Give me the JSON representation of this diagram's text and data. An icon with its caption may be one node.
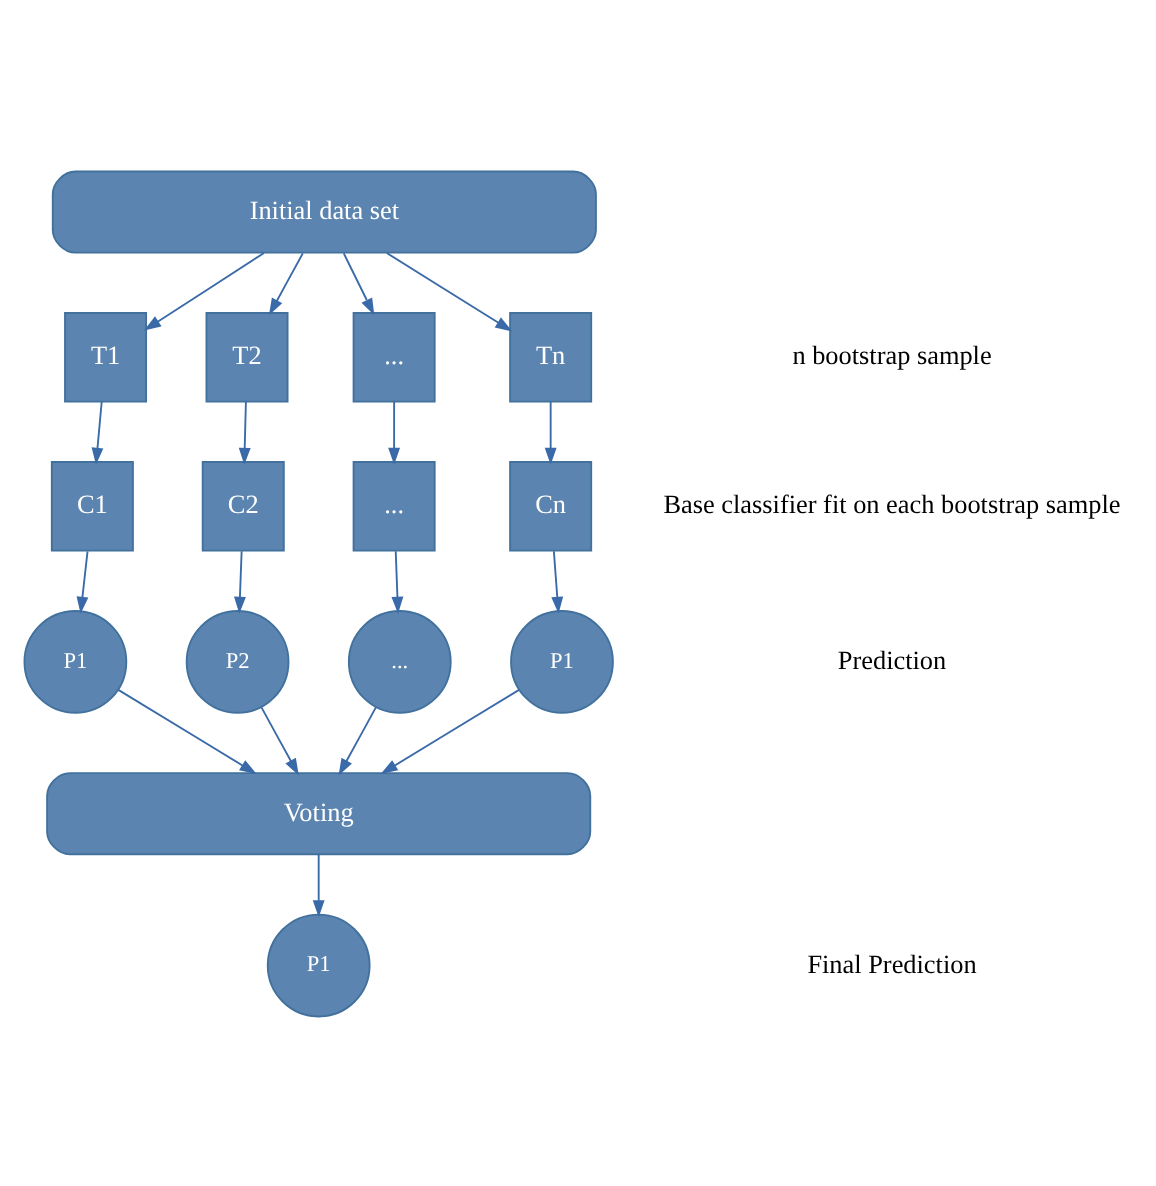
{
  "diagram": {
    "nodes": [
      {
        "text": [
          "Initial data set"
        ]
      },
      {
        "text": [
          "T1"
        ]
      },
      {
        "text": [
          "T2"
        ]
      },
      {
        "text": [
          "..."
        ]
      },
      {
        "text": [
          "Tn"
        ]
      },
      {
        "text": [
          "C1"
        ]
      },
      {
        "text": [
          "C2"
        ]
      },
      {
        "text": [
          "..."
        ]
      },
      {
        "text": [
          "Cn"
        ]
      },
      {
        "text": [
          "P1"
        ]
      },
      {
        "text": [
          "P2"
        ]
      },
      {
        "text": [
          "..."
        ]
      },
      {
        "text": [
          "P1"
        ]
      },
      {
        "text": [
          "Voting"
        ]
      },
      {
        "text": [
          "P1"
        ]
      }
    ],
    "edges": [
      {
        "from": 0,
        "to": 1,
        "arrow": "to"
      },
      {
        "from": 0,
        "to": 2,
        "arrow": "to"
      },
      {
        "from": 0,
        "to": 3,
        "arrow": "to"
      },
      {
        "from": 0,
        "to": 4,
        "arrow": "to"
      },
      {
        "from": 1,
        "to": 5,
        "arrow": "to"
      },
      {
        "from": 2,
        "to": 6,
        "arrow": "to"
      },
      {
        "from": 3,
        "to": 7,
        "arrow": "to"
      },
      {
        "from": 4,
        "to": 8,
        "arrow": "to"
      },
      {
        "from": 5,
        "to": 9,
        "arrow": "to"
      },
      {
        "from": 6,
        "to": 10,
        "arrow": "to"
      },
      {
        "from": 7,
        "to": 11,
        "arrow": "to"
      },
      {
        "from": 8,
        "to": 12,
        "arrow": "to"
      },
      {
        "from": 9,
        "to": 13,
        "arrow": "to"
      },
      {
        "from": 10,
        "to": 13,
        "arrow": "to"
      },
      {
        "from": 11,
        "to": 13,
        "arrow": "to"
      },
      {
        "from": 12,
        "to": 13,
        "arrow": "to"
      },
      {
        "from": 13,
        "to": 14,
        "arrow": "to"
      }
    ],
    "labels": [
      "n bootstrap sample",
      "Base classifier fit on each bootstrap sample",
      "Prediction",
      "Final Prediction"
    ]
  }
}
